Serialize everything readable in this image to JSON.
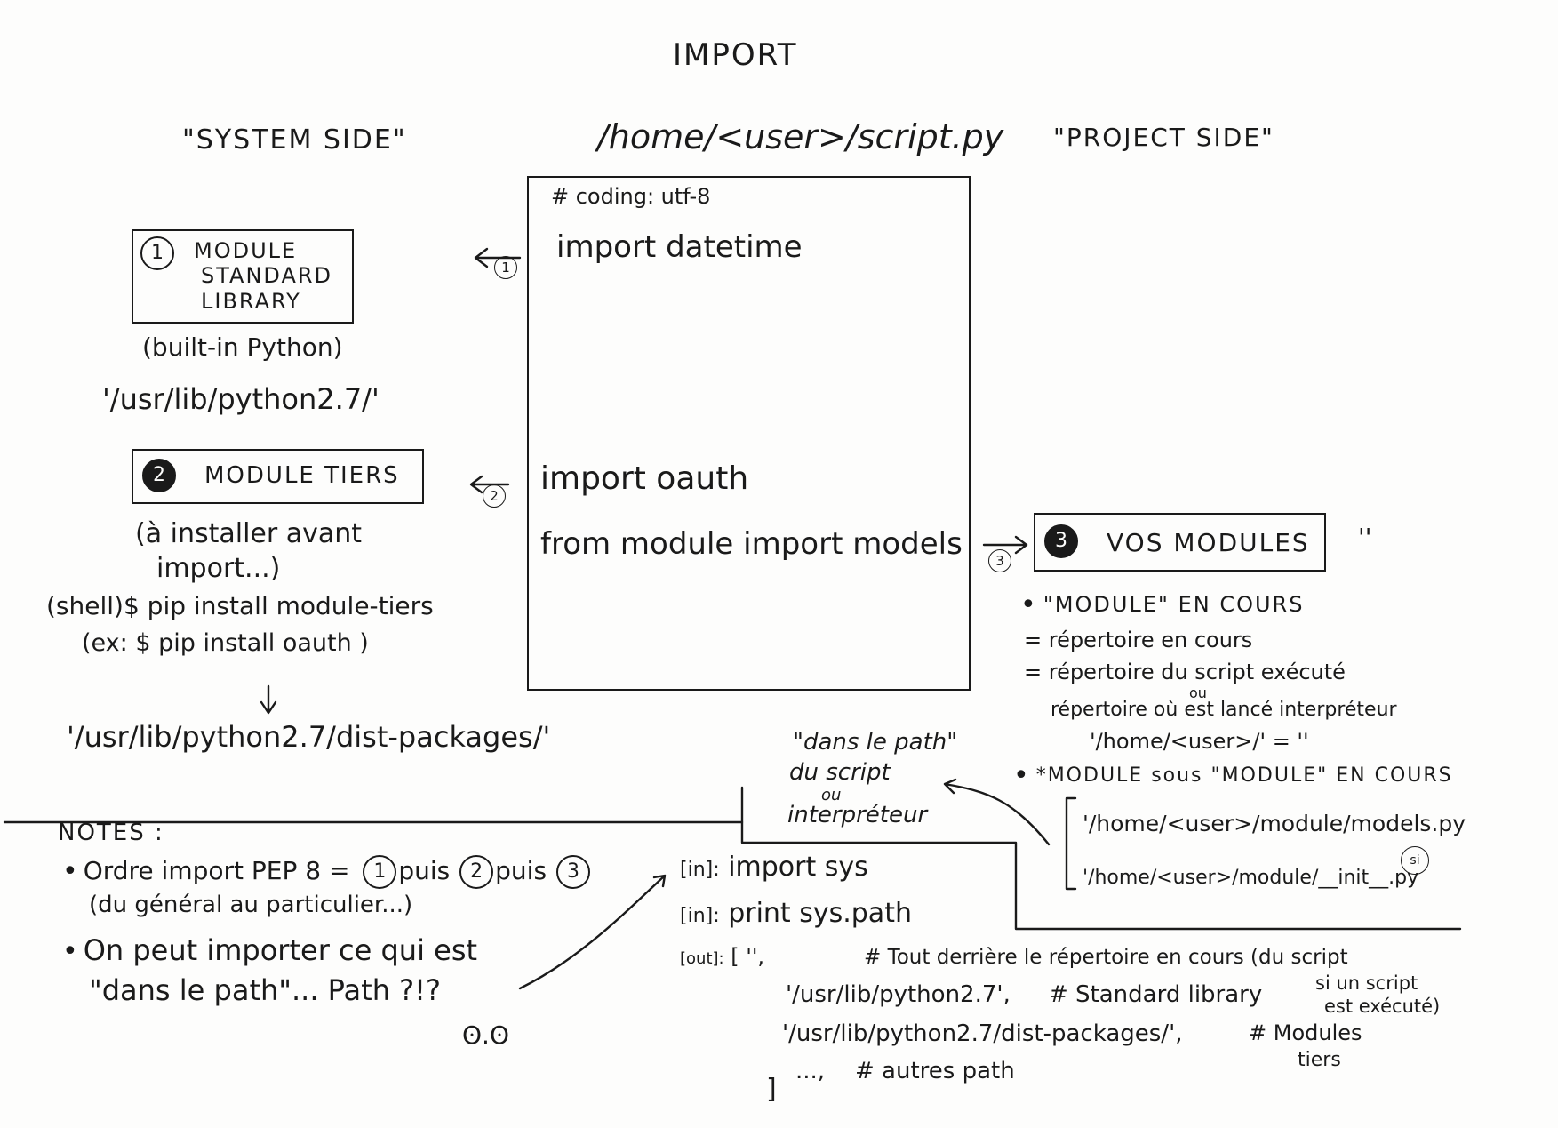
{
  "title": "IMPORT",
  "headers": {
    "system_side": "\"SYSTEM SIDE\"",
    "script_path": "/home/<user>/script.py",
    "project_side": "\"PROJECT SIDE\""
  },
  "script": {
    "coding": "# coding: utf-8",
    "import_datetime": "import datetime",
    "import_oauth": "import oauth",
    "from_module": "from module import models"
  },
  "module1": {
    "number": "1",
    "label_line1": "MODULE",
    "label_line2": "STANDARD",
    "label_line3": "LIBRARY",
    "note": "(built-in Python)",
    "path": "'/usr/lib/python2.7/'",
    "arrow_num": "1"
  },
  "module2": {
    "number": "2",
    "label": "MODULE TIERS",
    "note_line1": "(à installer avant",
    "note_line2": "import...)",
    "cmd": "(shell)$ pip install module-tiers",
    "example": "(ex: $ pip install oauth )",
    "path": "'/usr/lib/python2.7/dist-packages/'",
    "arrow_num": "2"
  },
  "module3": {
    "number": "3",
    "label": "VOS MODULES",
    "quote": "''",
    "arrow_num": "3",
    "bullet1_title": "\"MODULE\" EN COURS",
    "bullet1_line1": "= répertoire en cours",
    "bullet1_line2": "= répertoire du script exécuté",
    "bullet1_or": "ou",
    "bullet1_line3": "répertoire où est lancé interpréteur",
    "bullet1_line4": "'/home/<user>/' = ''",
    "bullet2_title": "*MODULE sous \"MODULE\" EN COURS",
    "bullet2_line1": "'/home/<user>/module/models.py",
    "bullet2_line2": "'/home/<user>/module/__init__.py",
    "bullet2_si": "si"
  },
  "path_note": {
    "line1": "\"dans le path\"",
    "line2": "du script",
    "line3": "ou",
    "line4": "interpréteur"
  },
  "notes": {
    "heading": "NOTES :",
    "item1_prefix": "Ordre import PEP 8 =",
    "item1_n1": "1",
    "item1_puis1": "puis",
    "item1_n2": "2",
    "item1_puis2": "puis",
    "item1_n3": "3",
    "item1_sub": "(du général au particulier...)",
    "item2_line1": "On peut importer ce qui est",
    "item2_line2": "\"dans le path\"... Path ?!?",
    "face": "ʘ.ʘ"
  },
  "console": {
    "in1_prompt": "[in]:",
    "in1_code": "import sys",
    "in2_prompt": "[in]:",
    "in2_code": "print sys.path",
    "out_prompt": "[out]:",
    "out_line1": "[ '',",
    "out_comment1": "# Tout derrière le répertoire en cours (du script",
    "out_comment1b": "si un script",
    "out_comment1c": "est exécuté)",
    "out_line2": "'/usr/lib/python2.7',",
    "out_comment2": "# Standard library",
    "out_line3": "'/usr/lib/python2.7/dist-packages/',",
    "out_comment3a": "# Modules",
    "out_comment3b": "tiers",
    "out_line4": "...,",
    "out_comment4": "# autres path",
    "out_close": "]"
  },
  "colors": {
    "ink": "#1a1a1a",
    "paper": "#fdfdfc"
  }
}
